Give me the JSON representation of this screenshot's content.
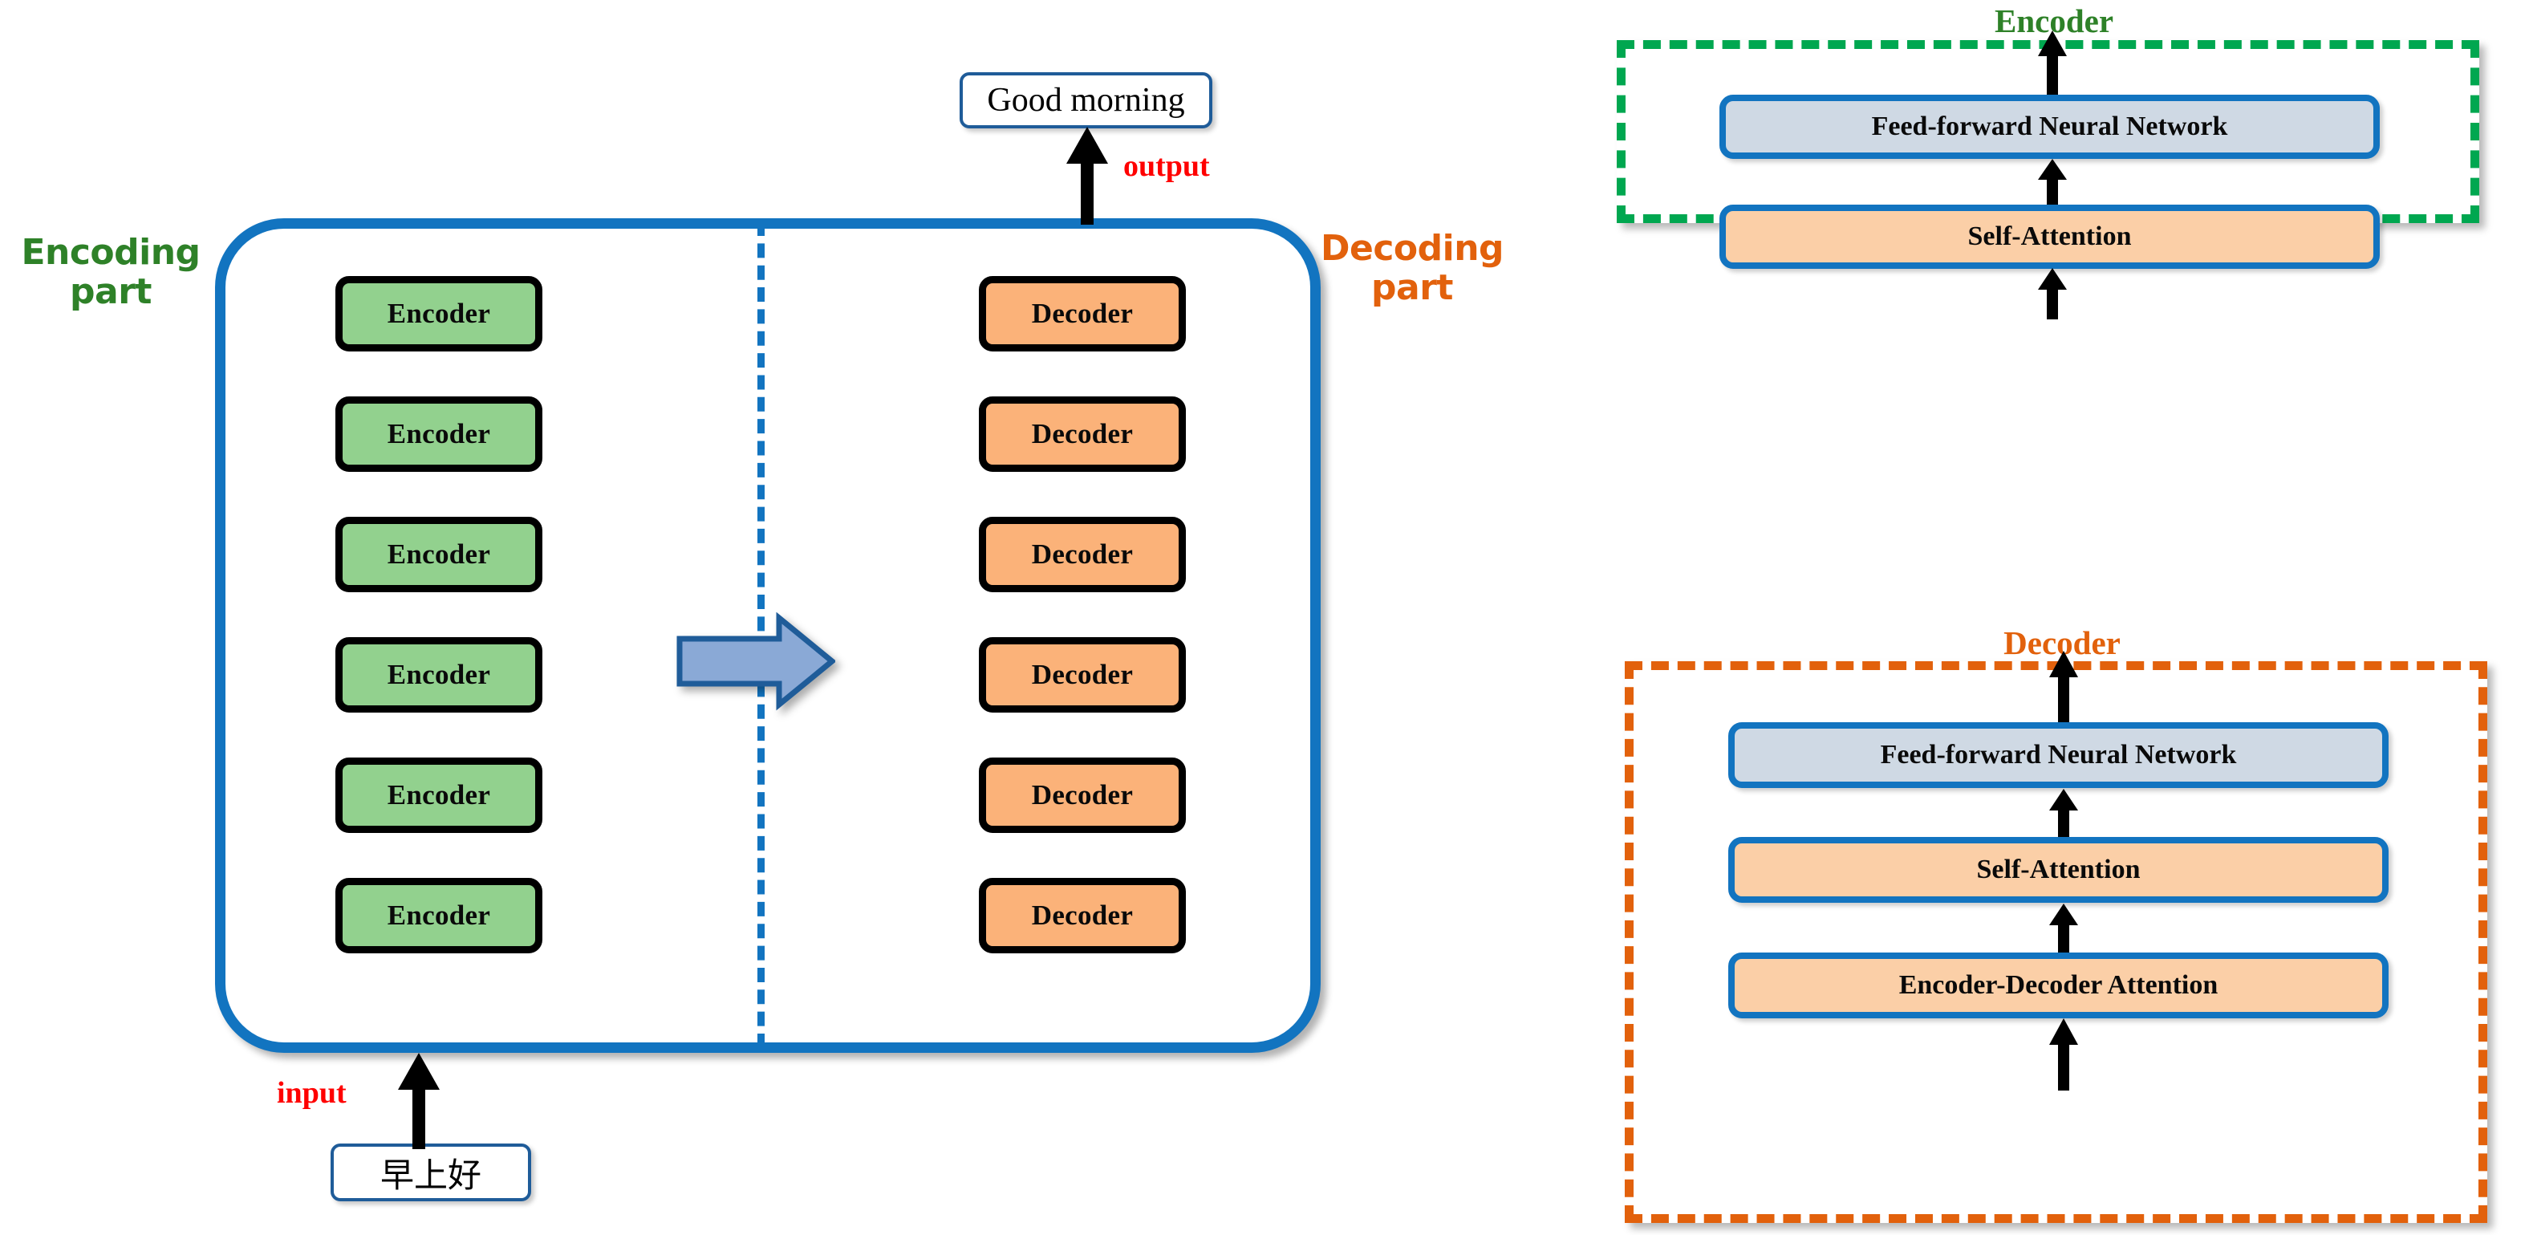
{
  "diagram": {
    "title": "Transformer encoder-decoder architecture",
    "colors": {
      "encoder_green_fill": "#92D18E",
      "decoder_orange_fill": "#FBB279",
      "container_blue": "#1274C0",
      "encoding_label_green": "#2E8128",
      "decoding_label_orange": "#E2610C",
      "io_label_red": "#FF0000",
      "ffn_fill": "#CFD9E4",
      "attention_fill": "#FBCFA7",
      "encoder_dashed_green": "#00A750",
      "decoder_dashed_orange": "#E2610C"
    }
  },
  "left": {
    "encoding_part_label": "Encoding part",
    "decoding_part_label": "Decoding part",
    "output_label": "output",
    "input_label": "input",
    "output_box_text": "Good morning",
    "input_box_text": "早上好",
    "encoder_blocks": [
      {
        "label": "Encoder"
      },
      {
        "label": "Encoder"
      },
      {
        "label": "Encoder"
      },
      {
        "label": "Encoder"
      },
      {
        "label": "Encoder"
      },
      {
        "label": "Encoder"
      }
    ],
    "decoder_blocks": [
      {
        "label": "Decoder"
      },
      {
        "label": "Decoder"
      },
      {
        "label": "Decoder"
      },
      {
        "label": "Decoder"
      },
      {
        "label": "Decoder"
      },
      {
        "label": "Decoder"
      }
    ],
    "flow_arrow_direction": "right"
  },
  "right": {
    "encoder_detail": {
      "title": "Encoder",
      "layers": [
        {
          "label": "Feed-forward Neural Network",
          "kind": "ffn"
        },
        {
          "label": "Self-Attention",
          "kind": "attention"
        }
      ]
    },
    "decoder_detail": {
      "title": "Decoder",
      "layers": [
        {
          "label": "Feed-forward Neural Network",
          "kind": "ffn"
        },
        {
          "label": "Self-Attention",
          "kind": "attention"
        },
        {
          "label": "Encoder-Decoder Attention",
          "kind": "attention"
        }
      ]
    }
  }
}
